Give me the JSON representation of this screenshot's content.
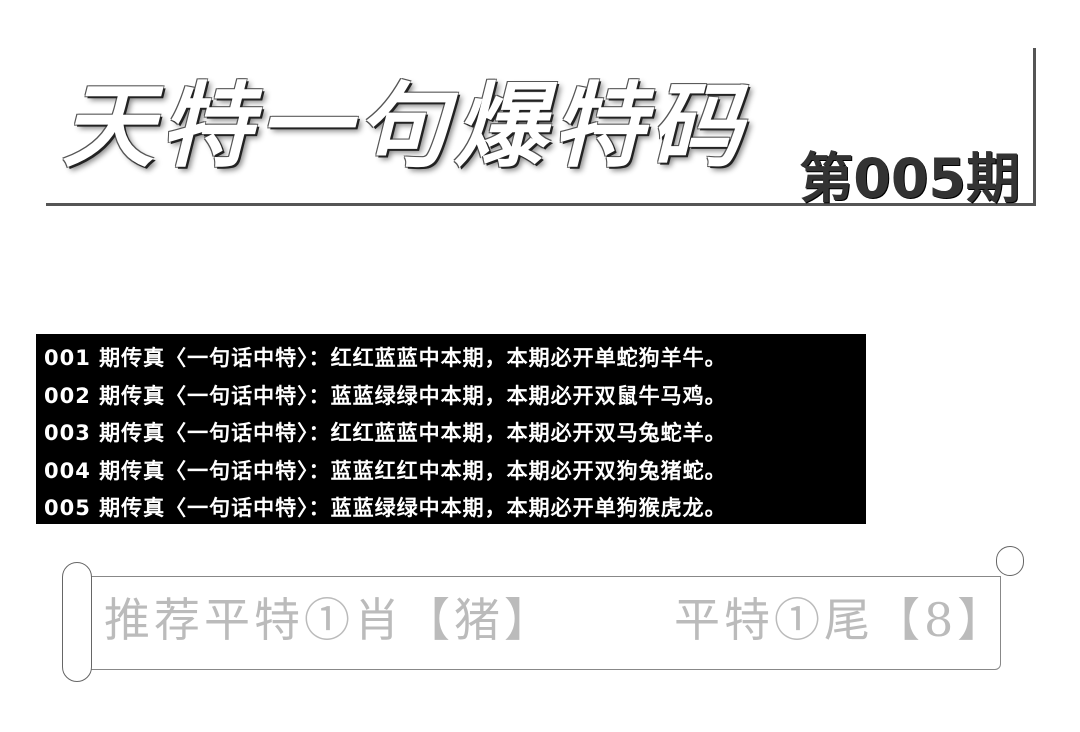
{
  "header": {
    "title": "天特一句爆特码",
    "issue": "第005期"
  },
  "fax_rows": [
    "001 期传真〈一句话中特〉：红红蓝蓝中本期，本期必开单蛇狗羊牛。",
    "002 期传真〈一句话中特〉：蓝蓝绿绿中本期，本期必开双鼠牛马鸡。",
    "003 期传真〈一句话中特〉：红红蓝蓝中本期，本期必开双马兔蛇羊。",
    "004 期传真〈一句话中特〉：蓝蓝红红中本期，本期必开双狗兔猪蛇。",
    "005 期传真〈一句话中特〉：蓝蓝绿绿中本期，本期必开单狗猴虎龙。"
  ],
  "recommend": {
    "zodiac": "推荐平特①肖【猪】",
    "tail": "平特①尾【8】"
  }
}
